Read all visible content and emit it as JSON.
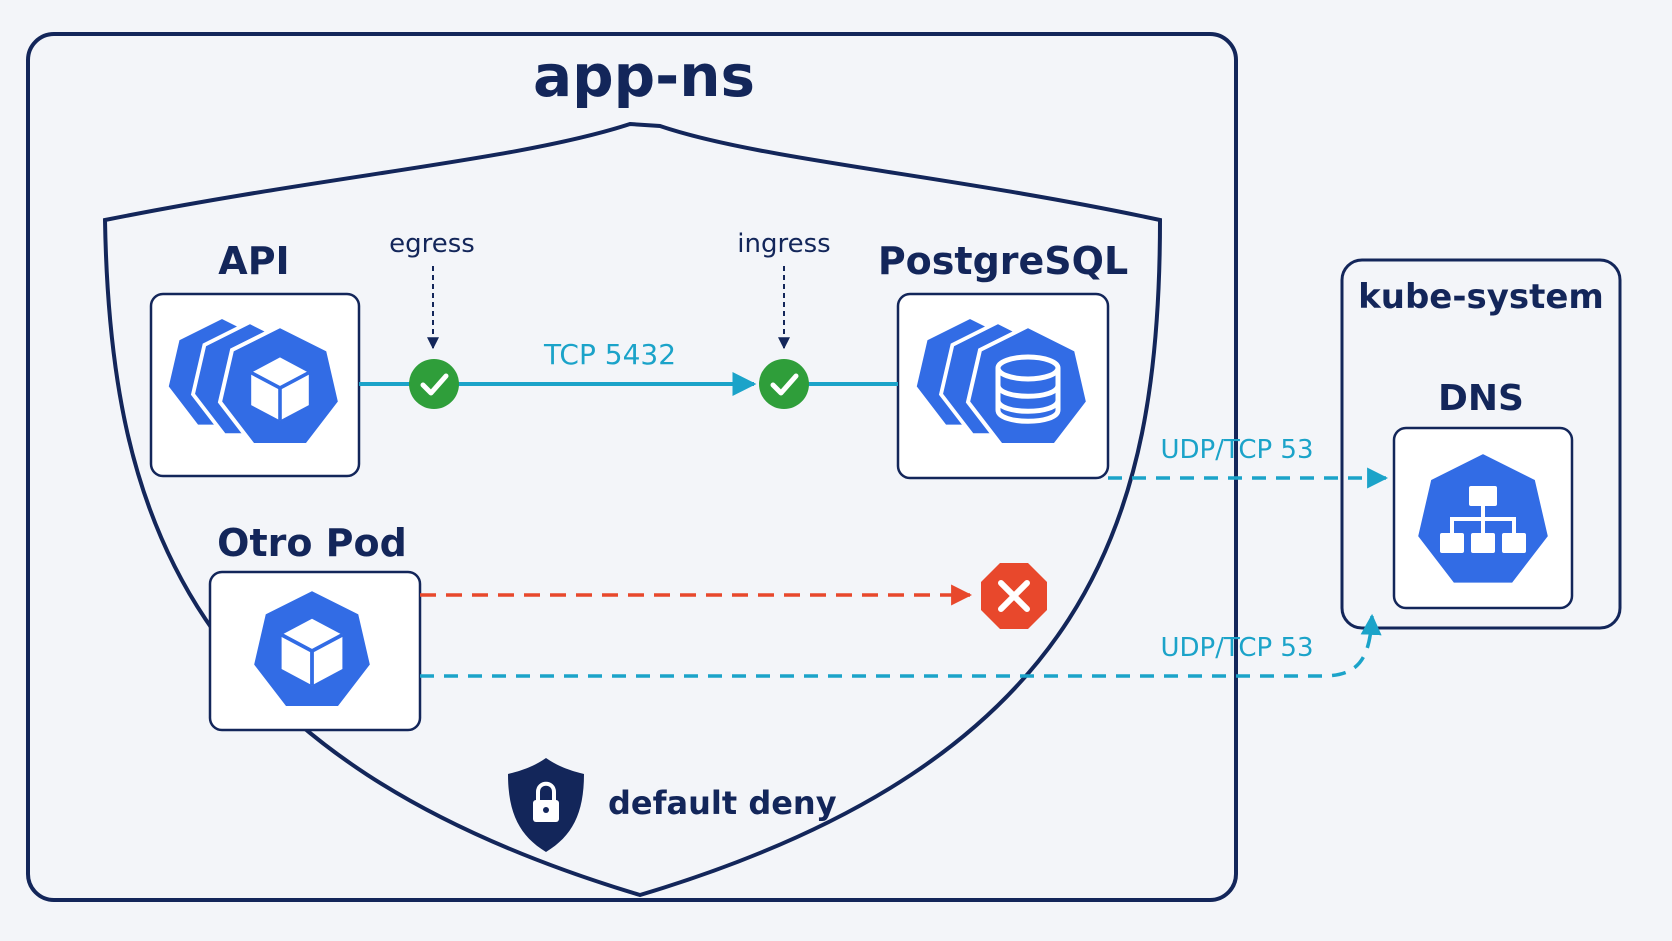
{
  "namespaces": {
    "app": "app-ns",
    "system": "kube-system"
  },
  "nodes": {
    "api": "API",
    "postgres": "PostgreSQL",
    "otro": "Otro Pod",
    "dns": "DNS"
  },
  "policy": {
    "egress": "egress",
    "ingress": "ingress",
    "default_deny": "default deny"
  },
  "flows": {
    "db": "TCP 5432",
    "dns_from_postgres": "UDP/TCP 53",
    "dns_from_otro": "UDP/TCP 53"
  },
  "colors": {
    "navy": "#13265a",
    "k8s_blue": "#326ce5",
    "flow_cyan": "#1ba3c9",
    "allow_green": "#2f9e3a",
    "deny_red": "#e8482c"
  },
  "icons": {
    "api": "pod-cube-stack-icon",
    "postgres": "database-stack-icon",
    "otro": "pod-cube-icon",
    "dns": "network-tree-icon",
    "allow": "check-circle-icon",
    "deny": "x-octagon-icon",
    "policy": "shield-lock-icon"
  }
}
